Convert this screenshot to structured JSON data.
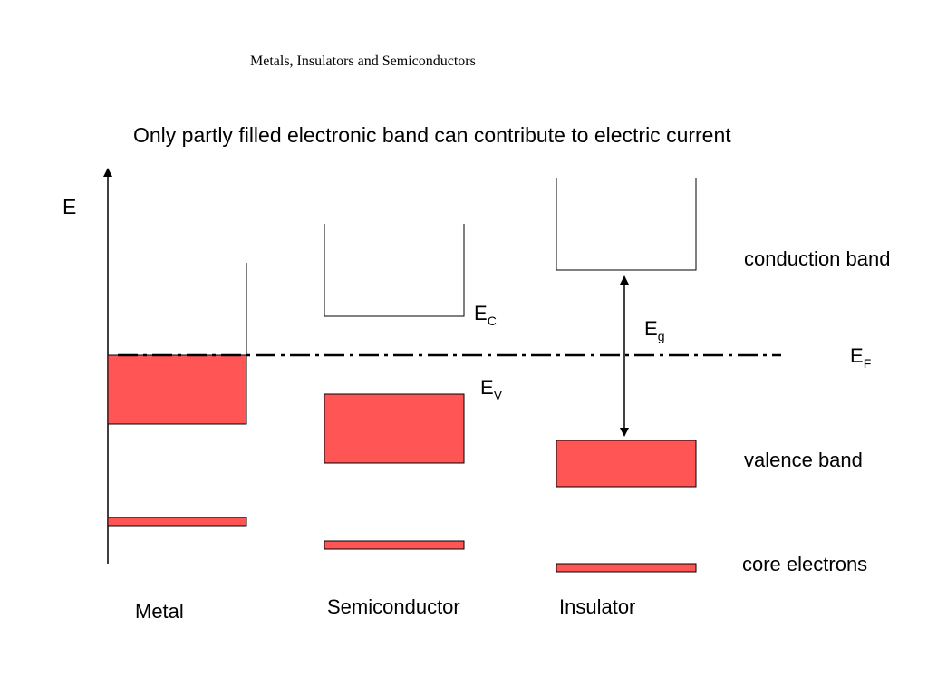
{
  "title": "Metals, Insulators and Semiconductors",
  "subtitle": "Only partly filled electronic band can contribute to electric current",
  "axis_label": "E",
  "columns": {
    "metal": "Metal",
    "semiconductor": "Semiconductor",
    "insulator": "Insulator"
  },
  "labels": {
    "ec_main": "E",
    "ec_sub": "C",
    "ev_main": "E",
    "ev_sub": "V",
    "eg_main": "E",
    "eg_sub": "g",
    "ef_main": "E",
    "ef_sub": "F",
    "conduction_band": "conduction band",
    "valence_band": "valence band",
    "core_electrons": "core electrons"
  },
  "colors": {
    "band_fill": "#ff5555",
    "line": "#000000"
  }
}
